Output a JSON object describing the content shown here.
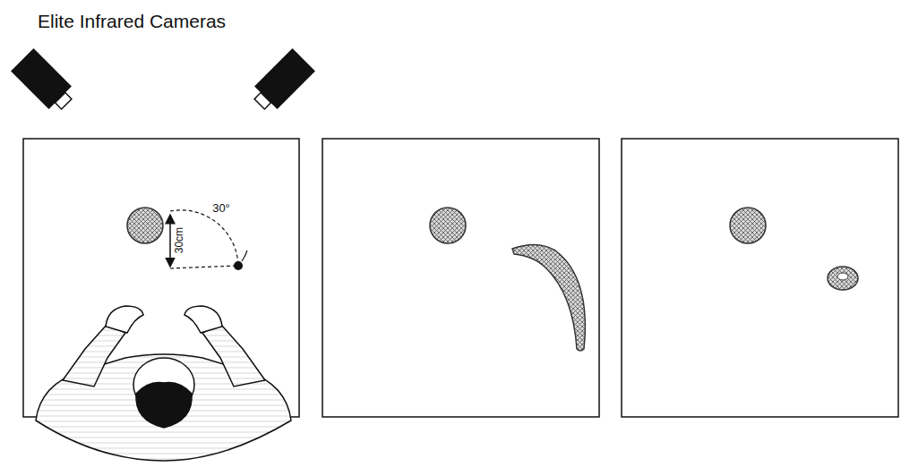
{
  "diagram": {
    "labels": [
      "Elite Infrared Cameras",
      "30°",
      "30cm"
    ]
  }
}
